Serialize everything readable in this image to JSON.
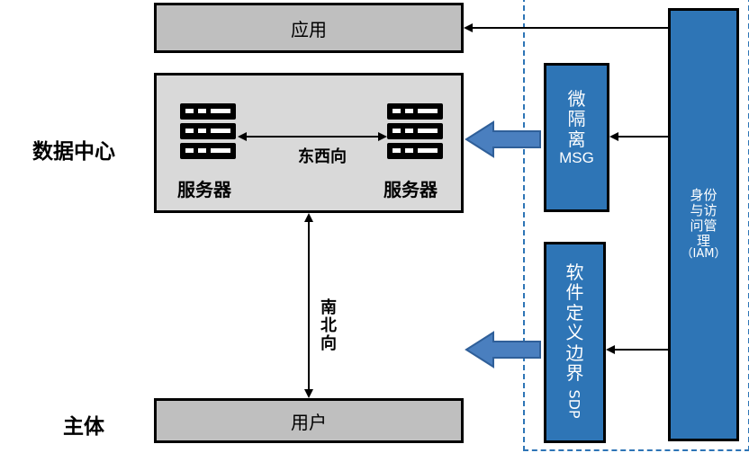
{
  "boxes": {
    "app": "应用",
    "user": "用户"
  },
  "side_labels": {
    "datacenter": "数据中心",
    "subject": "主体"
  },
  "servers": {
    "left": "服务器",
    "right": "服务器"
  },
  "flows": {
    "east_west": "东西向",
    "north_south": [
      "南",
      "北",
      "向"
    ]
  },
  "msg": {
    "chars": [
      "微",
      "隔",
      "离"
    ],
    "abbr": "MSG"
  },
  "sdp": {
    "chars": [
      "软",
      "件",
      "定",
      "义",
      "边",
      "界"
    ],
    "abbr": "SDP"
  },
  "iam": {
    "lines": [
      "身份",
      "与访",
      "问管",
      "理",
      "（IAM）"
    ]
  },
  "colors": {
    "accent_blue": "#2e75b6",
    "arrow_blue": "#4a7fbf",
    "box_gray": "#bfbfbf",
    "dc_gray": "#d9d9d9"
  },
  "icons": [
    "server-rack-icon",
    "server-rack-icon"
  ]
}
